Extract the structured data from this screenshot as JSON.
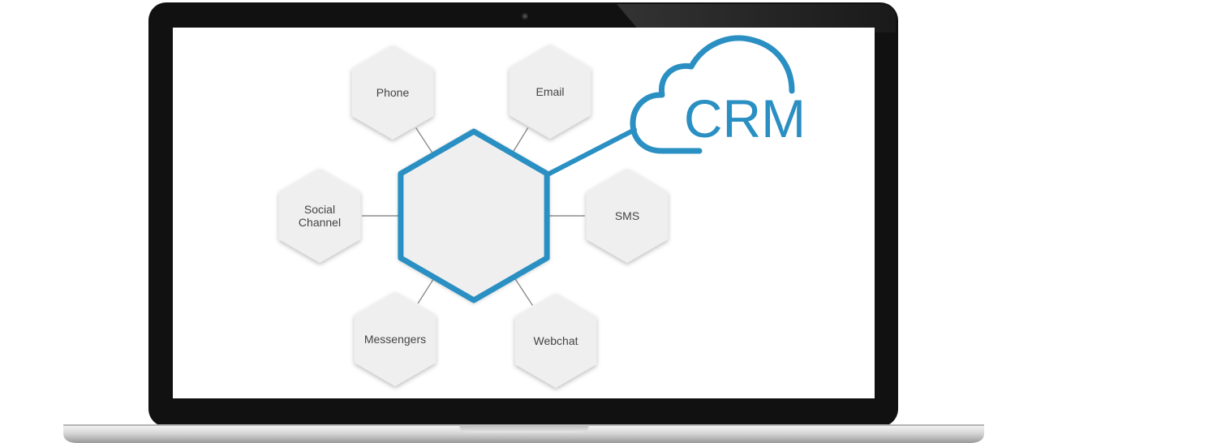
{
  "diagram": {
    "hub": {
      "label": ""
    },
    "cloud": {
      "label": "CRM"
    },
    "channels": [
      {
        "id": "phone",
        "label": "Phone"
      },
      {
        "id": "email",
        "label": "Email"
      },
      {
        "id": "social-channel",
        "label": "Social Channel"
      },
      {
        "id": "sms",
        "label": "SMS"
      },
      {
        "id": "messengers",
        "label": "Messengers"
      },
      {
        "id": "webchat",
        "label": "Webchat"
      }
    ]
  },
  "colors": {
    "accent": "#2a8fc2",
    "hex_fill": "#efefef",
    "connector": "#8c8c8c",
    "label_text": "#444444"
  }
}
